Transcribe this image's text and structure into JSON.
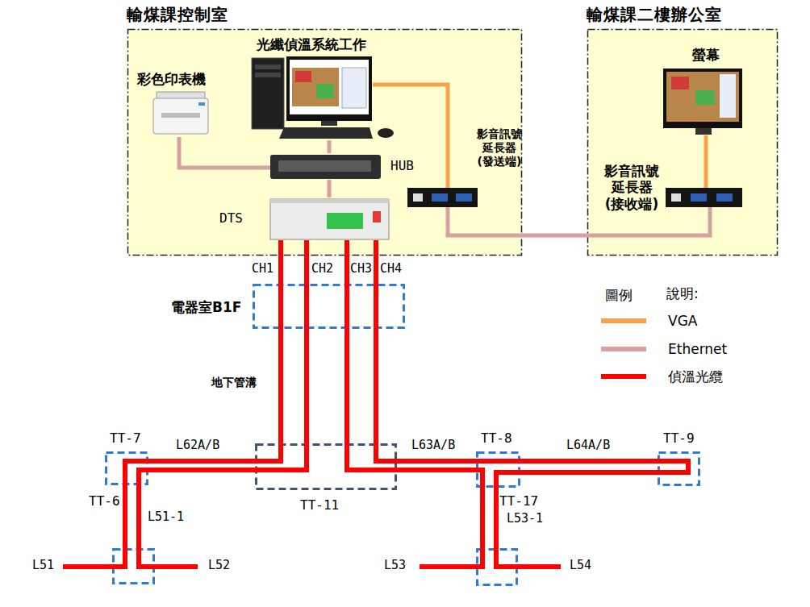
{
  "diagram": {
    "nodes": [
      {
        "text": [
          "輸煤課控制室"
        ]
      },
      {
        "text": [
          "光纖偵溫系統工作"
        ],
        "in": 0
      },
      {
        "text": [
          "彩色印表機"
        ],
        "in": 0
      },
      {
        "text": [
          "HUB"
        ],
        "in": 0
      },
      {
        "text": [
          "影音訊號延長器(發送端)"
        ],
        "in": 0
      },
      {
        "text": [
          "DTS"
        ],
        "in": 0
      },
      {
        "text": [
          "輸煤課二樓辦公室"
        ]
      },
      {
        "text": [
          "螢幕"
        ],
        "in": 6
      },
      {
        "text": [
          "影音訊號延長器(接收端)"
        ],
        "in": 6
      },
      {
        "text": [
          "電器室B1F"
        ]
      },
      {
        "text": [
          "TT-7"
        ]
      },
      {
        "text": [
          "TT-11"
        ]
      },
      {
        "text": [
          "TT-8"
        ]
      },
      {
        "text": [
          "TT-9"
        ]
      },
      {
        "text": [
          "TT-6"
        ]
      },
      {
        "text": [
          "TT-17"
        ]
      }
    ],
    "edges": [
      {
        "from": 2,
        "to": 3,
        "arrow": "none"
      },
      {
        "from": 1,
        "to": 3,
        "arrow": "none"
      },
      {
        "from": 3,
        "to": 5,
        "arrow": "none"
      },
      {
        "from": 1,
        "to": 4,
        "arrow": "none"
      },
      {
        "from": 4,
        "to": 8,
        "arrow": "none"
      },
      {
        "from": 8,
        "to": 7,
        "arrow": "none"
      }
    ],
    "labels": [
      "CH1",
      "CH2",
      "CH3",
      "CH4",
      "地下管溝",
      "L62A/B",
      "L63A/B",
      "L64A/B",
      "L51-1",
      "L53-1",
      "L51",
      "L52",
      "L53",
      "L54",
      "圖例",
      "說明:"
    ],
    "legend": [
      {
        "text": "VGA",
        "color": "#f7a24a"
      },
      {
        "text": "Ethernet",
        "color": "#d9a0a0"
      },
      {
        "text": "偵溫光纜",
        "color": "#ff0000"
      }
    ]
  }
}
